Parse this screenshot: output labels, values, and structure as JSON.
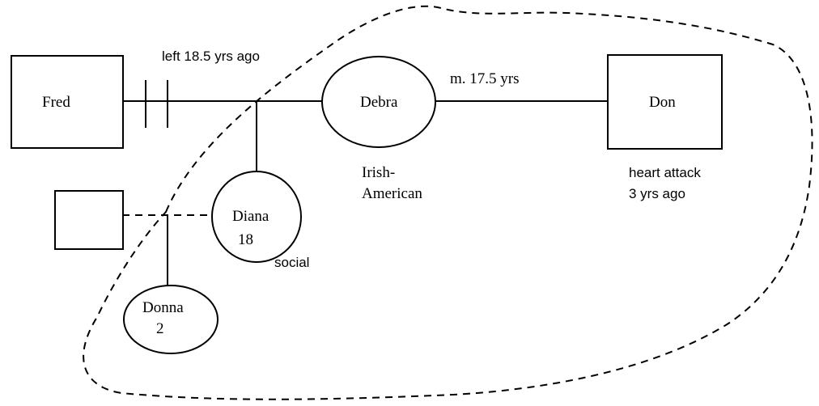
{
  "people": {
    "fred": "Fred",
    "debra": "Debra",
    "don": "Don",
    "diana_name": "Diana",
    "diana_age": "18",
    "donna_name": "Donna",
    "donna_age": "2"
  },
  "annotations": {
    "fred_left": "left 18.5 yrs ago",
    "marriage": "m. 17.5 yrs",
    "debra_origin_1": "Irish-",
    "debra_origin_2": "American",
    "don_event_1": "heart attack",
    "don_event_2": "3 yrs ago",
    "diana_note": "social"
  }
}
